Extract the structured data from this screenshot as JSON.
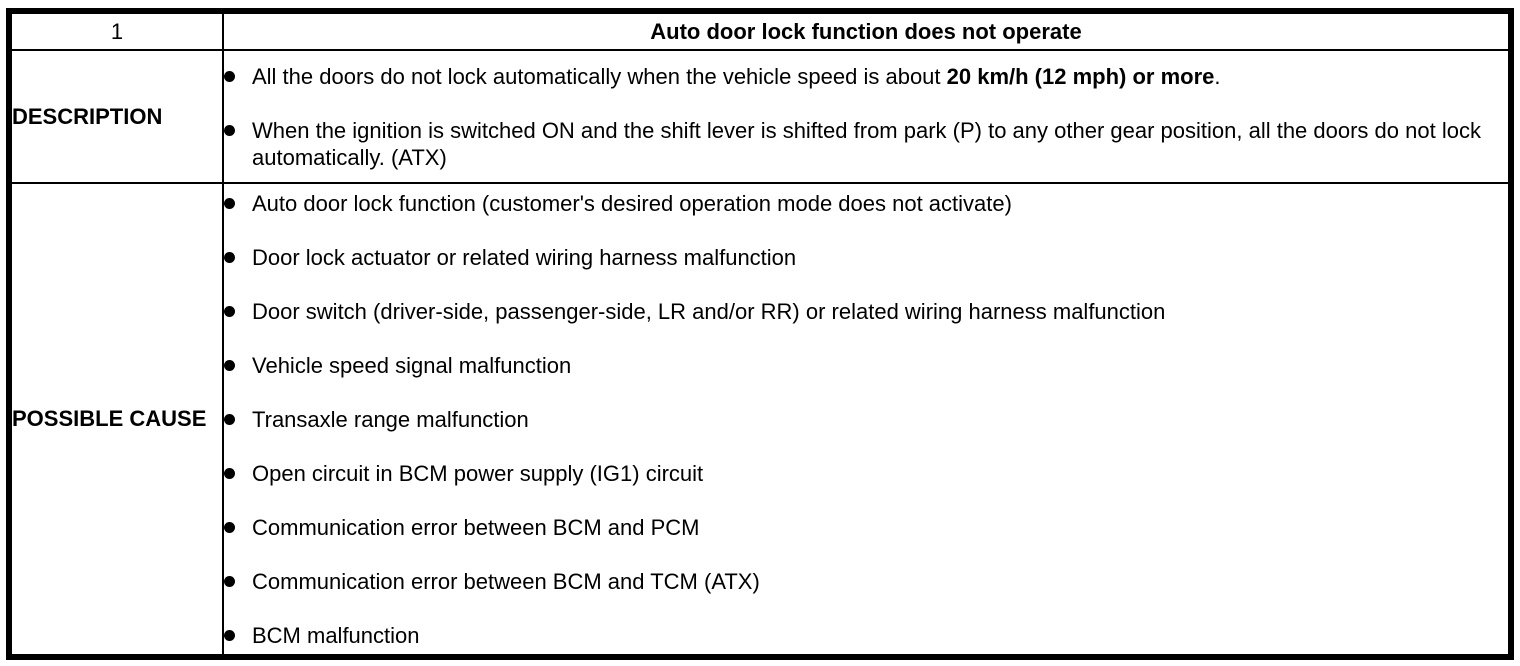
{
  "page": {
    "background": "#ffffff",
    "border_color": "#000000"
  },
  "table": {
    "header": {
      "index": "1",
      "title": "Auto door lock function does not operate"
    },
    "sections": [
      {
        "label": "DESCRIPTION",
        "bullets": [
          {
            "segments": [
              {
                "text": "All the doors do not lock automatically when the vehicle speed is about ",
                "bold": false
              },
              {
                "text": "20 km/h (12 mph) or more",
                "bold": true
              },
              {
                "text": ".",
                "bold": false
              }
            ]
          },
          {
            "segments": [
              {
                "text": "When the ignition is switched ON and the shift lever is shifted from park (P) to any other gear position, all the doors do not lock automatically. (ATX)",
                "bold": false
              }
            ]
          }
        ]
      },
      {
        "label": "POSSIBLE CAUSE",
        "bullets": [
          {
            "segments": [
              {
                "text": "Auto door lock function (customer's desired operation mode does not activate)",
                "bold": false
              }
            ]
          },
          {
            "segments": [
              {
                "text": "Door lock actuator or related wiring harness malfunction",
                "bold": false
              }
            ]
          },
          {
            "segments": [
              {
                "text": "Door switch (driver-side, passenger-side, LR and/or RR) or related wiring harness malfunction",
                "bold": false
              }
            ]
          },
          {
            "segments": [
              {
                "text": "Vehicle speed signal malfunction",
                "bold": false
              }
            ]
          },
          {
            "segments": [
              {
                "text": "Transaxle range malfunction",
                "bold": false
              }
            ]
          },
          {
            "segments": [
              {
                "text": "Open circuit in BCM power supply (IG1) circuit",
                "bold": false
              }
            ]
          },
          {
            "segments": [
              {
                "text": "Communication error between BCM and PCM",
                "bold": false
              }
            ]
          },
          {
            "segments": [
              {
                "text": "Communication error between BCM and TCM (ATX)",
                "bold": false
              }
            ]
          },
          {
            "segments": [
              {
                "text": "BCM malfunction",
                "bold": false
              }
            ]
          }
        ]
      }
    ]
  }
}
